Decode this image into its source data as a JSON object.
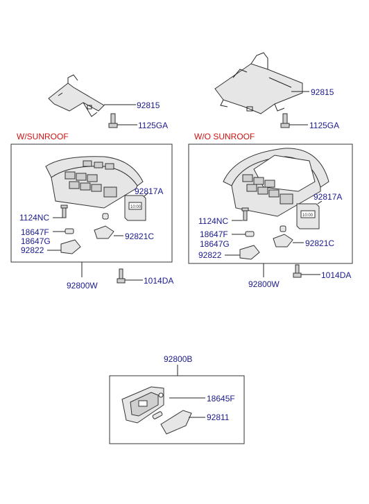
{
  "sections": {
    "left_title": "W/SUNROOF",
    "right_title": "W/O SUNROOF"
  },
  "colors": {
    "part_number": "#1a1a8c",
    "section_title": "#d01010",
    "line": "#222222"
  },
  "left": {
    "bracket": "92815",
    "bolt": "1125GA",
    "clock": "92817A",
    "screw": "1124NC",
    "bulb_f": "18647F",
    "bulb_g": "18647G",
    "lens_c": "92821C",
    "lens": "92822",
    "assembly": "92800W",
    "bolt2": "1014DA",
    "clock_text": "10:00"
  },
  "right": {
    "bracket": "92815",
    "bolt": "1125GA",
    "clock": "92817A",
    "screw": "1124NC",
    "bulb_f": "18647F",
    "bulb_g": "18647G",
    "lens_c": "92821C",
    "lens": "92822",
    "assembly": "92800W",
    "bolt2": "1014DA",
    "clock_text": "10:00"
  },
  "bottom": {
    "assembly": "92800B",
    "bulb": "18645F",
    "lens": "92811"
  }
}
